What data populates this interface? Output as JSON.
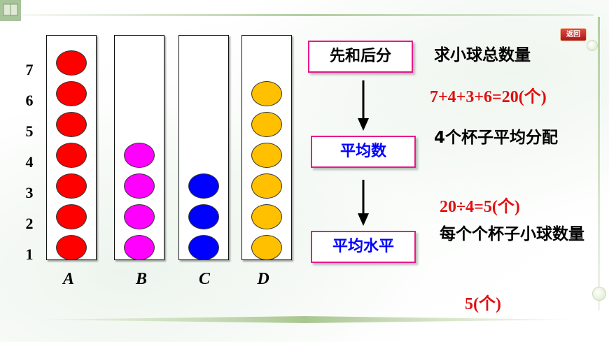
{
  "y_axis": [
    "7",
    "6",
    "5",
    "4",
    "3",
    "2",
    "1"
  ],
  "cups": [
    {
      "label": "A",
      "count": 7,
      "color": "#ff0000"
    },
    {
      "label": "B",
      "count": 4,
      "color": "#ff00ff"
    },
    {
      "label": "C",
      "count": 3,
      "color": "#0000ff"
    },
    {
      "label": "D",
      "count": 6,
      "color": "#ffc000"
    }
  ],
  "steps": [
    {
      "label": "先和后分",
      "color": "#000000"
    },
    {
      "label": "平均数",
      "color": "#0000ff"
    },
    {
      "label": "平均水平",
      "color": "#0000ff"
    }
  ],
  "descriptions": [
    {
      "text": "求小球总数量",
      "formula": "7+4+3+6=20(个)"
    },
    {
      "text": "4个杯子平均分配",
      "formula": "20÷4=5(个)"
    },
    {
      "text": "每个个杯子小球数量",
      "formula": "5(个)"
    }
  ],
  "return_button": "返回",
  "colors": {
    "box_border": "#e8188c",
    "formula": "#e01010",
    "accent_green": "#b4cc9c"
  }
}
